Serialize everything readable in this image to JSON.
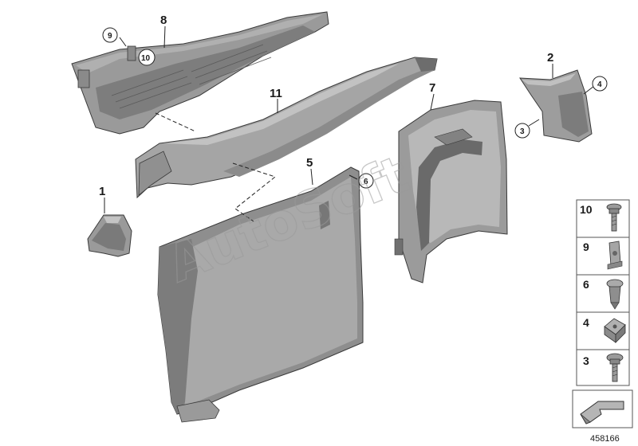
{
  "diagram": {
    "watermark": "AutoSoft",
    "document_number": "458166",
    "callouts": [
      {
        "id": "p1",
        "label": "1",
        "circled": false
      },
      {
        "id": "p2",
        "label": "2",
        "circled": false
      },
      {
        "id": "p3",
        "label": "3",
        "circled": true
      },
      {
        "id": "p4",
        "label": "4",
        "circled": true
      },
      {
        "id": "p5",
        "label": "5",
        "circled": false
      },
      {
        "id": "p6",
        "label": "6",
        "circled": true
      },
      {
        "id": "p7",
        "label": "7",
        "circled": false
      },
      {
        "id": "p8",
        "label": "8",
        "circled": false
      },
      {
        "id": "p9",
        "label": "9",
        "circled": true
      },
      {
        "id": "p10",
        "label": "10",
        "circled": true
      },
      {
        "id": "p11",
        "label": "11",
        "circled": false
      }
    ],
    "fastener_panel": [
      {
        "label": "10",
        "icon": "screw-with-washer-icon"
      },
      {
        "label": "9",
        "icon": "sheet-metal-nut-icon"
      },
      {
        "label": "6",
        "icon": "expanding-rivet-icon"
      },
      {
        "label": "4",
        "icon": "square-clip-nut-icon"
      },
      {
        "label": "3",
        "icon": "flange-screw-icon"
      }
    ],
    "colors": {
      "trim_gray": "#8e8e8e",
      "trim_light": "#b5b5b5",
      "trim_dark": "#5f5f5f",
      "panel_border": "#555555"
    }
  }
}
